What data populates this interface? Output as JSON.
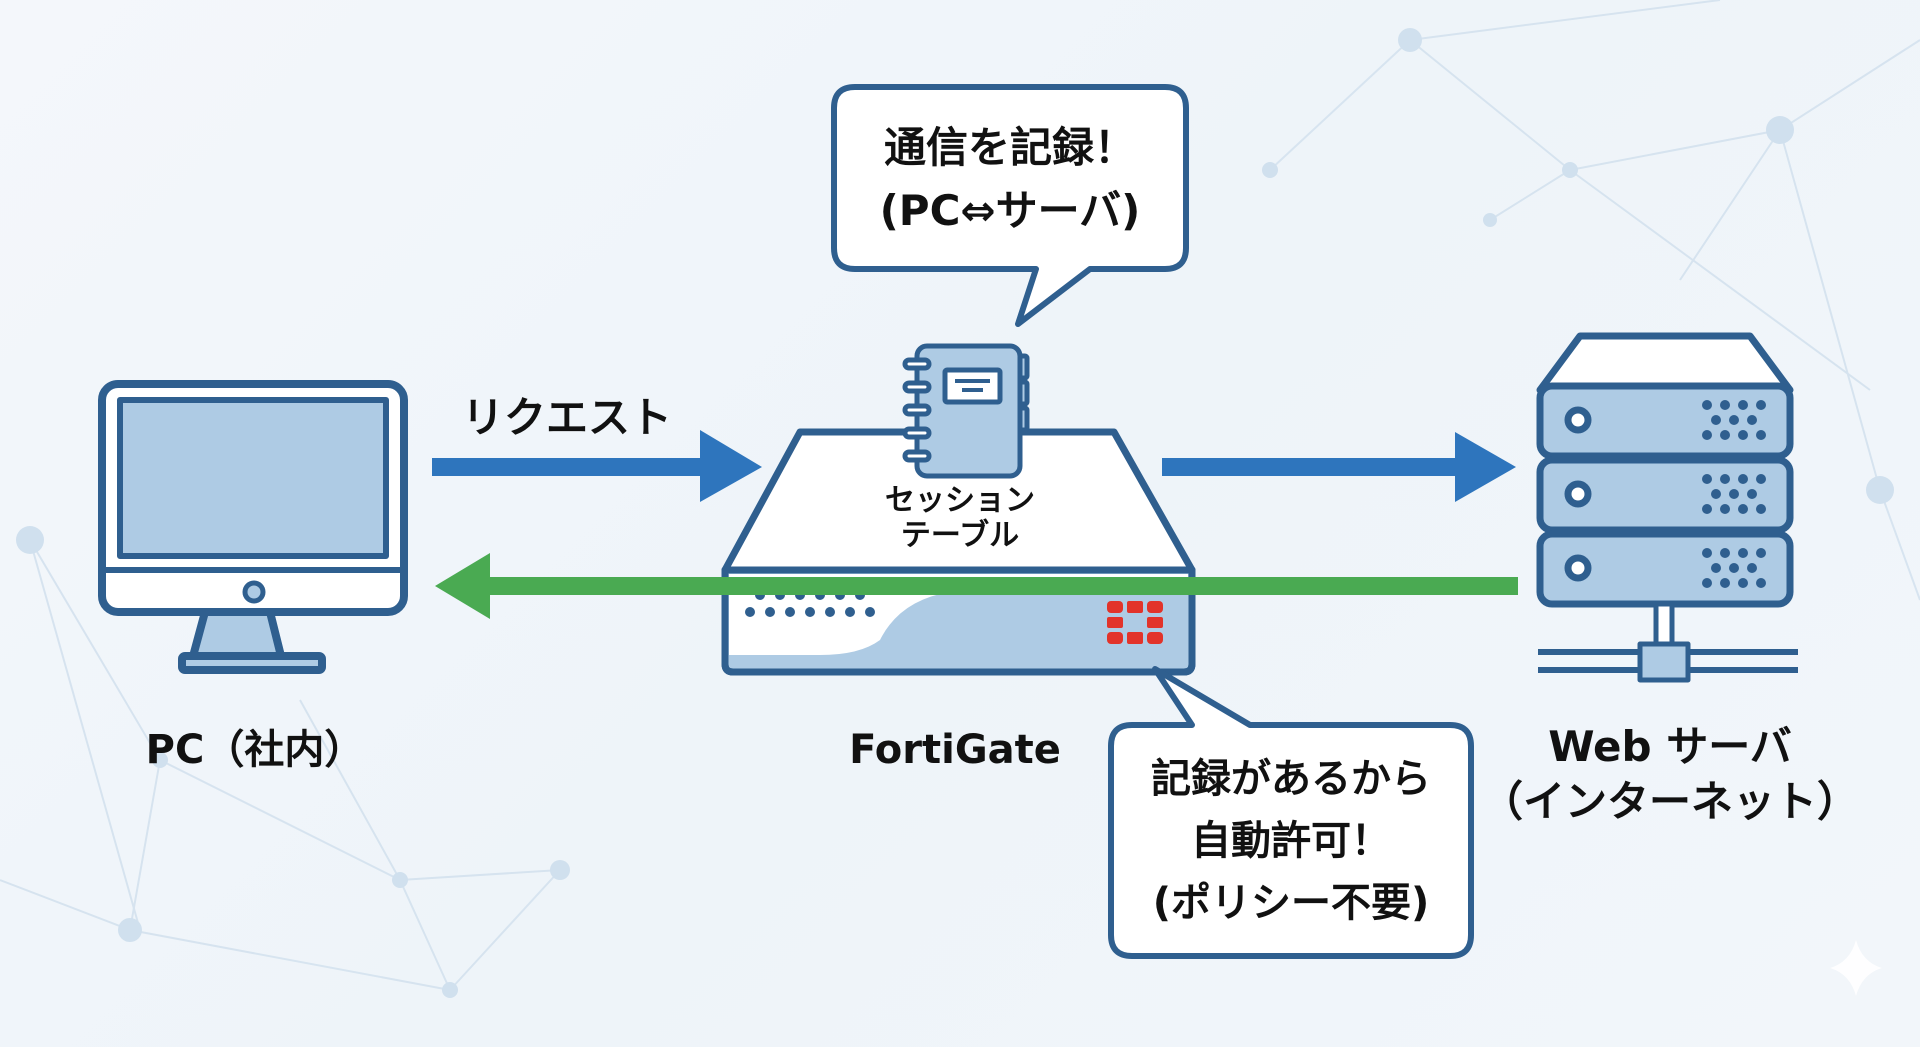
{
  "colors": {
    "outline": "#2f5f8f",
    "fill_light": "#aecbe4",
    "request_arrow": "#2e75bd",
    "response_arrow": "#4aaa52",
    "fortinet_red": "#e2332a",
    "background": "#f2f6fa"
  },
  "nodes": {
    "pc": {
      "label": "PC（社内）",
      "icon": "desktop-monitor-icon"
    },
    "fortigate": {
      "label": "FortiGate",
      "icon": "firewall-appliance-icon",
      "logo": "fortinet-logo-icon"
    },
    "session_table": {
      "line1": "セッション",
      "line2": "テーブル",
      "icon": "notebook-icon"
    },
    "server": {
      "line1": "Web サーバ",
      "line2": "（インターネット）",
      "icon": "server-rack-icon"
    }
  },
  "arrows": {
    "request": {
      "label": "リクエスト",
      "direction": "right"
    },
    "response": {
      "label": "",
      "direction": "left"
    }
  },
  "bubbles": {
    "top": {
      "line1": "通信を記録！",
      "line2": "(PC⇔サーバ)"
    },
    "bottom": {
      "line1": "記録があるから",
      "line2": "自動許可！",
      "line3": "(ポリシー不要)"
    }
  }
}
